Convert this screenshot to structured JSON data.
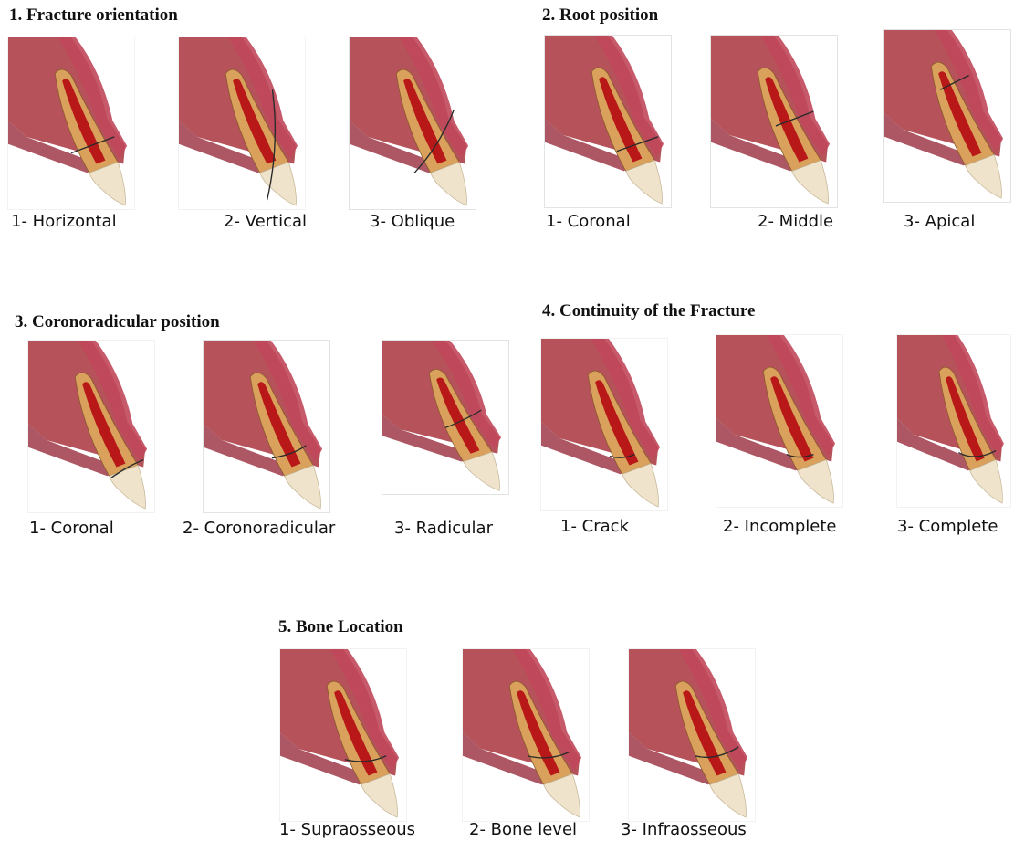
{
  "sections": [
    {
      "title": "1. Fracture orientation",
      "items": [
        {
          "label": "1- Horizontal",
          "fracture": "horizontal"
        },
        {
          "label": "2- Vertical",
          "fracture": "vertical"
        },
        {
          "label": "3- Oblique",
          "fracture": "oblique"
        }
      ]
    },
    {
      "title": "2. Root position",
      "items": [
        {
          "label": "1- Coronal",
          "fracture": "root-coronal"
        },
        {
          "label": "2- Middle",
          "fracture": "root-middle"
        },
        {
          "label": "3- Apical",
          "fracture": "root-apical"
        }
      ]
    },
    {
      "title": "3. Coronoradicular position",
      "items": [
        {
          "label": "1- Coronal",
          "fracture": "crown"
        },
        {
          "label": "2- Coronoradicular",
          "fracture": "coronoradicular"
        },
        {
          "label": "3- Radicular",
          "fracture": "radicular"
        }
      ]
    },
    {
      "title": "4. Continuity of the Fracture",
      "items": [
        {
          "label": "1- Crack",
          "fracture": "crack"
        },
        {
          "label": "2- Incomplete",
          "fracture": "incomplete"
        },
        {
          "label": "3- Complete",
          "fracture": "complete"
        }
      ]
    },
    {
      "title": "5. Bone Location",
      "items": [
        {
          "label": "1- Supraosseous",
          "fracture": "supraosseous"
        },
        {
          "label": "2- Bone level",
          "fracture": "bone-level"
        },
        {
          "label": "3- Infraosseous",
          "fracture": "infraosseous"
        }
      ]
    }
  ],
  "colors": {
    "gum": "#c0485a",
    "bone": "#b5525a",
    "root": "#d9a15c",
    "pulp": "#b81818",
    "crown": "#efe3cc",
    "fracture_line": "#2b2b2b"
  }
}
